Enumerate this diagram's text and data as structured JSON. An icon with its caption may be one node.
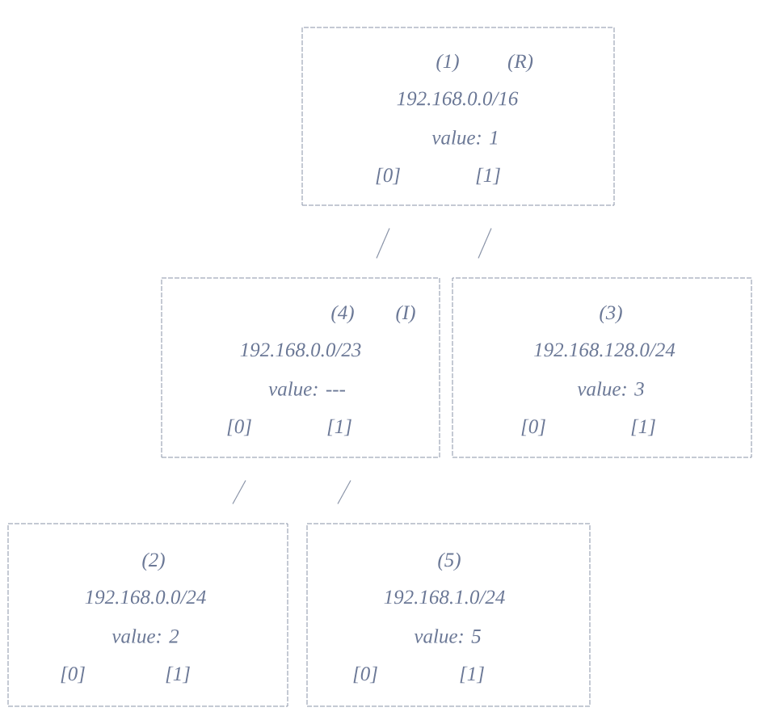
{
  "diagram": {
    "nodes": [
      {
        "text": [
          "(1)",
          "(R)",
          "192.168.0.0/16",
          "value: 1",
          "[0]",
          "[1]"
        ]
      },
      {
        "text": [
          "(4)",
          "(I)",
          "192.168.0.0/23",
          "value: ---",
          "[0]",
          "[1]"
        ]
      },
      {
        "text": [
          "(3)",
          "192.168.128.0/24",
          "value: 3",
          "[0]",
          "[1]"
        ]
      },
      {
        "text": [
          "(2)",
          "192.168.0.0/24",
          "value: 2",
          "[0]",
          "[1]"
        ]
      },
      {
        "text": [
          "(5)",
          "192.168.1.0/24",
          "value: 5",
          "[0]",
          "[1]"
        ]
      }
    ],
    "edges": [
      {
        "from": 0,
        "to": 1,
        "arrow": "none"
      },
      {
        "from": 0,
        "to": 2,
        "arrow": "none"
      },
      {
        "from": 1,
        "to": 3,
        "arrow": "none"
      },
      {
        "from": 1,
        "to": 4,
        "arrow": "none"
      }
    ]
  }
}
